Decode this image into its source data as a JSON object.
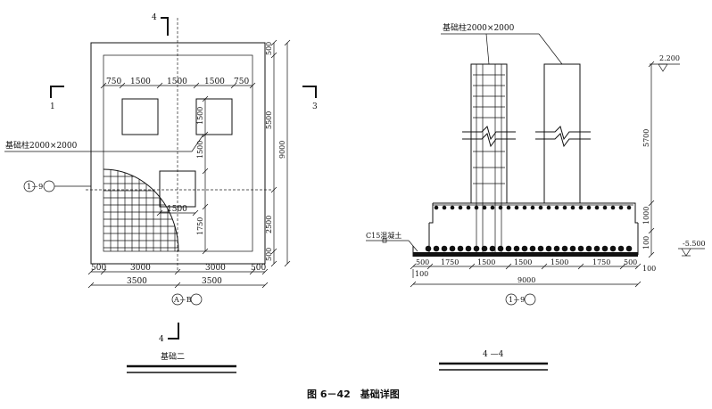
{
  "plan": {
    "section_mark_top": "4",
    "section_mark_bottom": "4",
    "mark_left": "1",
    "mark_right": "3",
    "column_label": "基础柱2000×2000",
    "axis_label": "A－B",
    "axis_left": "1－9",
    "title": "基础二",
    "dims_top": [
      "750",
      "1500",
      "1500",
      "1500",
      "750"
    ],
    "dims_right_outer": [
      "500",
      "5500",
      "2500",
      "500"
    ],
    "dim_total_right": "9000",
    "dims_inner_vertical": [
      "1500",
      "1500",
      "1750"
    ],
    "dim_inner_horizontal": "1500",
    "dims_bottom_1": [
      "500",
      "3000",
      "3000",
      "500"
    ],
    "dims_bottom_2": [
      "3500",
      "3500"
    ]
  },
  "section": {
    "column_label": "基础柱2000×2000",
    "elev_top": "2.200",
    "elev_bottom": "-5.500",
    "dim_height": "5700",
    "dim_cap": "1000",
    "dim_base": "100",
    "concrete_label": "C15混凝土",
    "dims_bottom": [
      "500",
      "1750",
      "1500",
      "1500",
      "1500",
      "1750",
      "500"
    ],
    "dim_left_small": "100",
    "dim_right_small": "100",
    "dim_total": "9000",
    "axis_label": "1－9",
    "title": "4 —4"
  },
  "caption": "图 6－42　基础详图"
}
